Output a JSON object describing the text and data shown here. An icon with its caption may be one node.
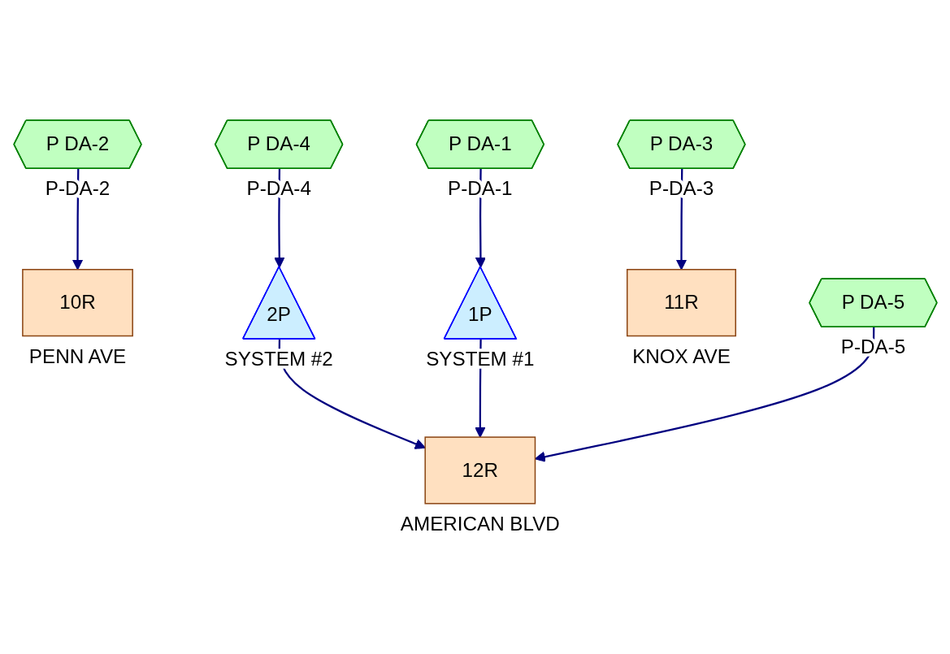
{
  "diagram": {
    "nodes": [
      {
        "text": [
          "10R"
        ],
        "beside": [
          "PENN AVE"
        ]
      },
      {
        "text": [
          "P DA-2"
        ],
        "beside": [
          "P-DA-2"
        ]
      },
      {
        "text": [
          "P DA-4"
        ],
        "beside": [
          "P-DA-4"
        ]
      },
      {
        "text": [
          "P DA-1"
        ],
        "beside": [
          "P-DA-1"
        ]
      },
      {
        "text": [
          "P DA-3"
        ],
        "beside": [
          "P-DA-3"
        ]
      },
      {
        "text": [
          "2P"
        ],
        "beside": [
          "SYSTEM #2"
        ]
      },
      {
        "text": [
          "1P"
        ],
        "beside": [
          "SYSTEM #1"
        ]
      },
      {
        "text": [
          "11R"
        ],
        "beside": [
          "KNOX AVE"
        ]
      },
      {
        "text": [
          "P DA-5"
        ],
        "beside": [
          "P-DA-5"
        ]
      },
      {
        "text": [
          "12R"
        ],
        "beside": [
          "AMERICAN BLVD"
        ]
      }
    ],
    "edges": [
      {
        "from": 1,
        "to": 0,
        "arrow": "to"
      },
      {
        "from": 2,
        "to": 5,
        "arrow": "to"
      },
      {
        "from": 3,
        "to": 6,
        "arrow": "to"
      },
      {
        "from": 4,
        "to": 7,
        "arrow": "to"
      },
      {
        "from": 5,
        "to": 9,
        "arrow": "to"
      },
      {
        "from": 6,
        "to": 9,
        "arrow": "to"
      },
      {
        "from": 8,
        "to": 9,
        "arrow": "to"
      }
    ]
  }
}
